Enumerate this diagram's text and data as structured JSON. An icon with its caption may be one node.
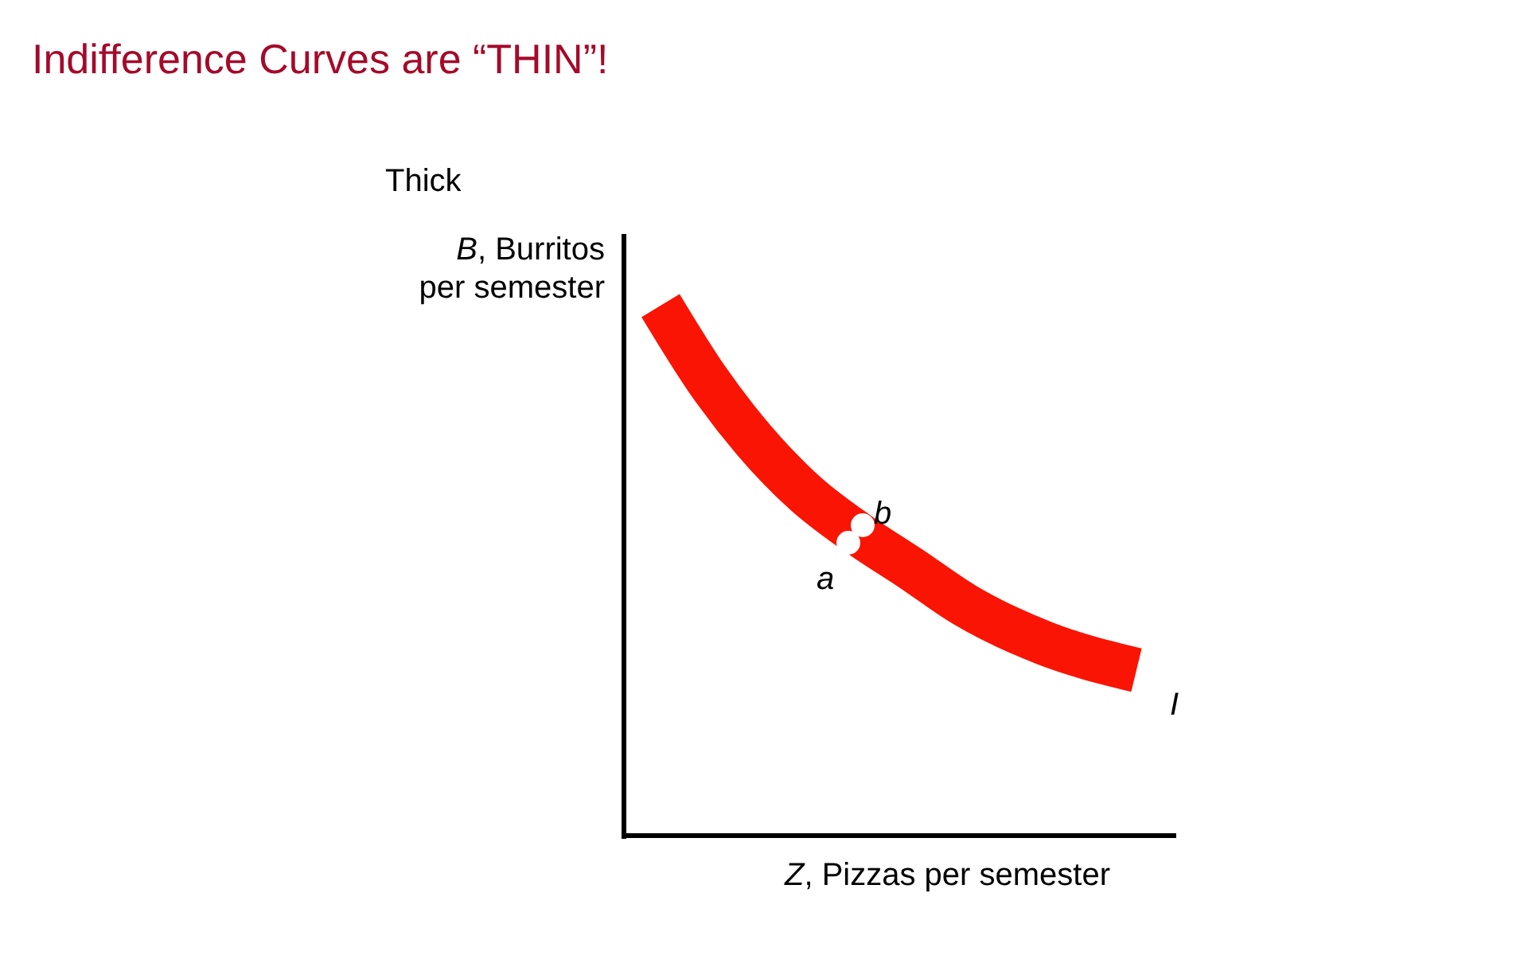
{
  "diagram": {
    "title": "Indifference Curves are “THIN”!",
    "labels": [
      "Thick",
      "*B*, Burritos per semester",
      "b",
      "a",
      "I",
      "*Z*, Pizzas per semester"
    ]
  }
}
